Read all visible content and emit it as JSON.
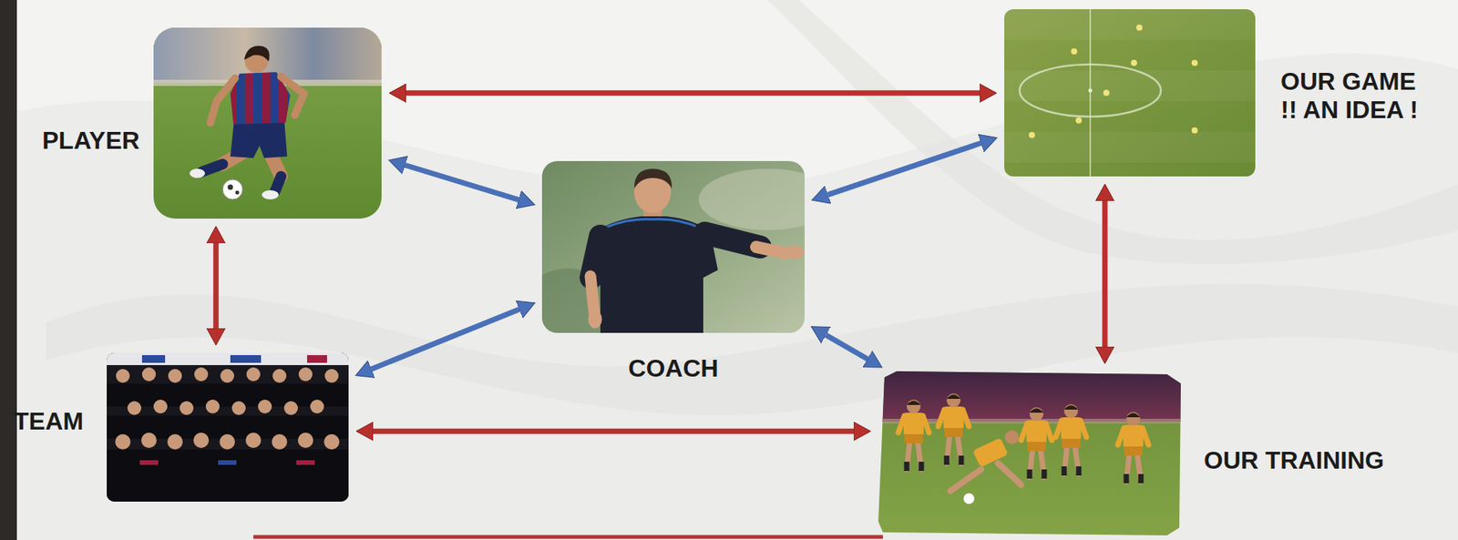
{
  "diagram": {
    "nodes": [
      {
        "text": [
          "PLAYER"
        ]
      },
      {
        "text": [
          "OUR GAME !! AN IDEA !"
        ]
      },
      {
        "text": [
          "COACH"
        ]
      },
      {
        "text": [
          "TEAM"
        ]
      },
      {
        "text": [
          "OUR TRAINING"
        ]
      }
    ],
    "edges": [
      {
        "from": 0,
        "to": 1,
        "arrow": "both"
      },
      {
        "from": 0,
        "to": 3,
        "arrow": "both"
      },
      {
        "from": 1,
        "to": 4,
        "arrow": "both"
      },
      {
        "from": 3,
        "to": 4,
        "arrow": "both"
      },
      {
        "from": 2,
        "to": 0,
        "arrow": "both"
      },
      {
        "from": 2,
        "to": 1,
        "arrow": "both"
      },
      {
        "from": 2,
        "to": 3,
        "arrow": "both"
      },
      {
        "from": 2,
        "to": 4,
        "arrow": "both"
      }
    ]
  }
}
